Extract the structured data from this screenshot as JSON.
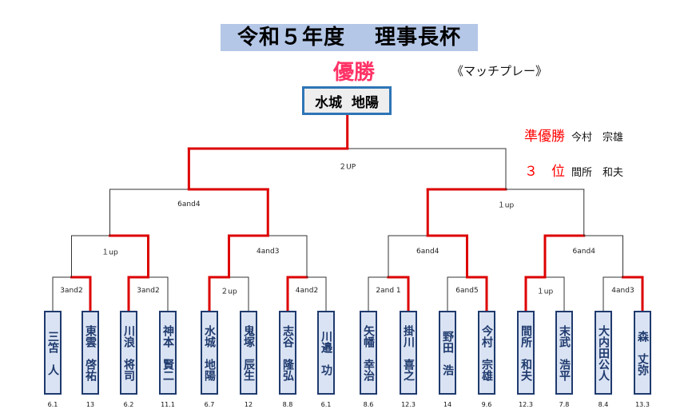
{
  "title": "令和５年度　 理事長杯",
  "winner_label": "優勝",
  "format": "《マッチプレー》",
  "champion": "水城  地陽",
  "runner_up": {
    "label": "準優勝",
    "name": "今村　宗雄"
  },
  "third": {
    "label": "３　位",
    "name": "間所　和夫"
  },
  "colors": {
    "win_line": "#dd0000",
    "lose_line": "#333333",
    "title_bg": "#b4c7e7",
    "player_bg": "#dae3f3",
    "player_border": "#1f3a6e",
    "champion_border": "#2e75b6"
  },
  "players": [
    {
      "name": "三笘　人",
      "hcp": "6.1"
    },
    {
      "name": "東雲　啓祐",
      "hcp": "13"
    },
    {
      "name": "川浪　将司",
      "hcp": "6.2"
    },
    {
      "name": "神本　賢二",
      "hcp": "11.1"
    },
    {
      "name": "水城　地陽",
      "hcp": "6.7"
    },
    {
      "name": "鬼塚　辰生",
      "hcp": "12"
    },
    {
      "name": "志谷　隆弘",
      "hcp": "8.8"
    },
    {
      "name": "川邉　功",
      "hcp": "6.1"
    },
    {
      "name": "矢幡　幸治",
      "hcp": "8.6"
    },
    {
      "name": "掛川　喜之",
      "hcp": "12.3"
    },
    {
      "name": "野田　浩",
      "hcp": "14"
    },
    {
      "name": "今村　宗雄",
      "hcp": "9.6"
    },
    {
      "name": "間所　和夫",
      "hcp": "12.3"
    },
    {
      "name": "末武　浩平",
      "hcp": "7.8"
    },
    {
      "name": "大内田公人",
      "hcp": "8.4"
    },
    {
      "name": "森　丈弥",
      "hcp": "13.3"
    }
  ],
  "round1": [
    {
      "score": "3and2",
      "winner": 1
    },
    {
      "score": "3and2",
      "winner": 0
    },
    {
      "score": "２up",
      "winner": 0
    },
    {
      "score": "4and2",
      "winner": 0
    },
    {
      "score": "2and 1",
      "winner": 1
    },
    {
      "score": "6and5",
      "winner": 1
    },
    {
      "score": "１up",
      "winner": 0
    },
    {
      "score": "4and3",
      "winner": 1
    }
  ],
  "round2": [
    {
      "score": "１up",
      "winner": 1
    },
    {
      "score": "4and3",
      "winner": 0
    },
    {
      "score": "6and4",
      "winner": 1
    },
    {
      "score": "6and4",
      "winner": 0
    }
  ],
  "round3": [
    {
      "score": "6and4",
      "winner": 1
    },
    {
      "score": "１up",
      "winner": 0
    }
  ],
  "final": {
    "score": "２UP",
    "winner": 0
  }
}
